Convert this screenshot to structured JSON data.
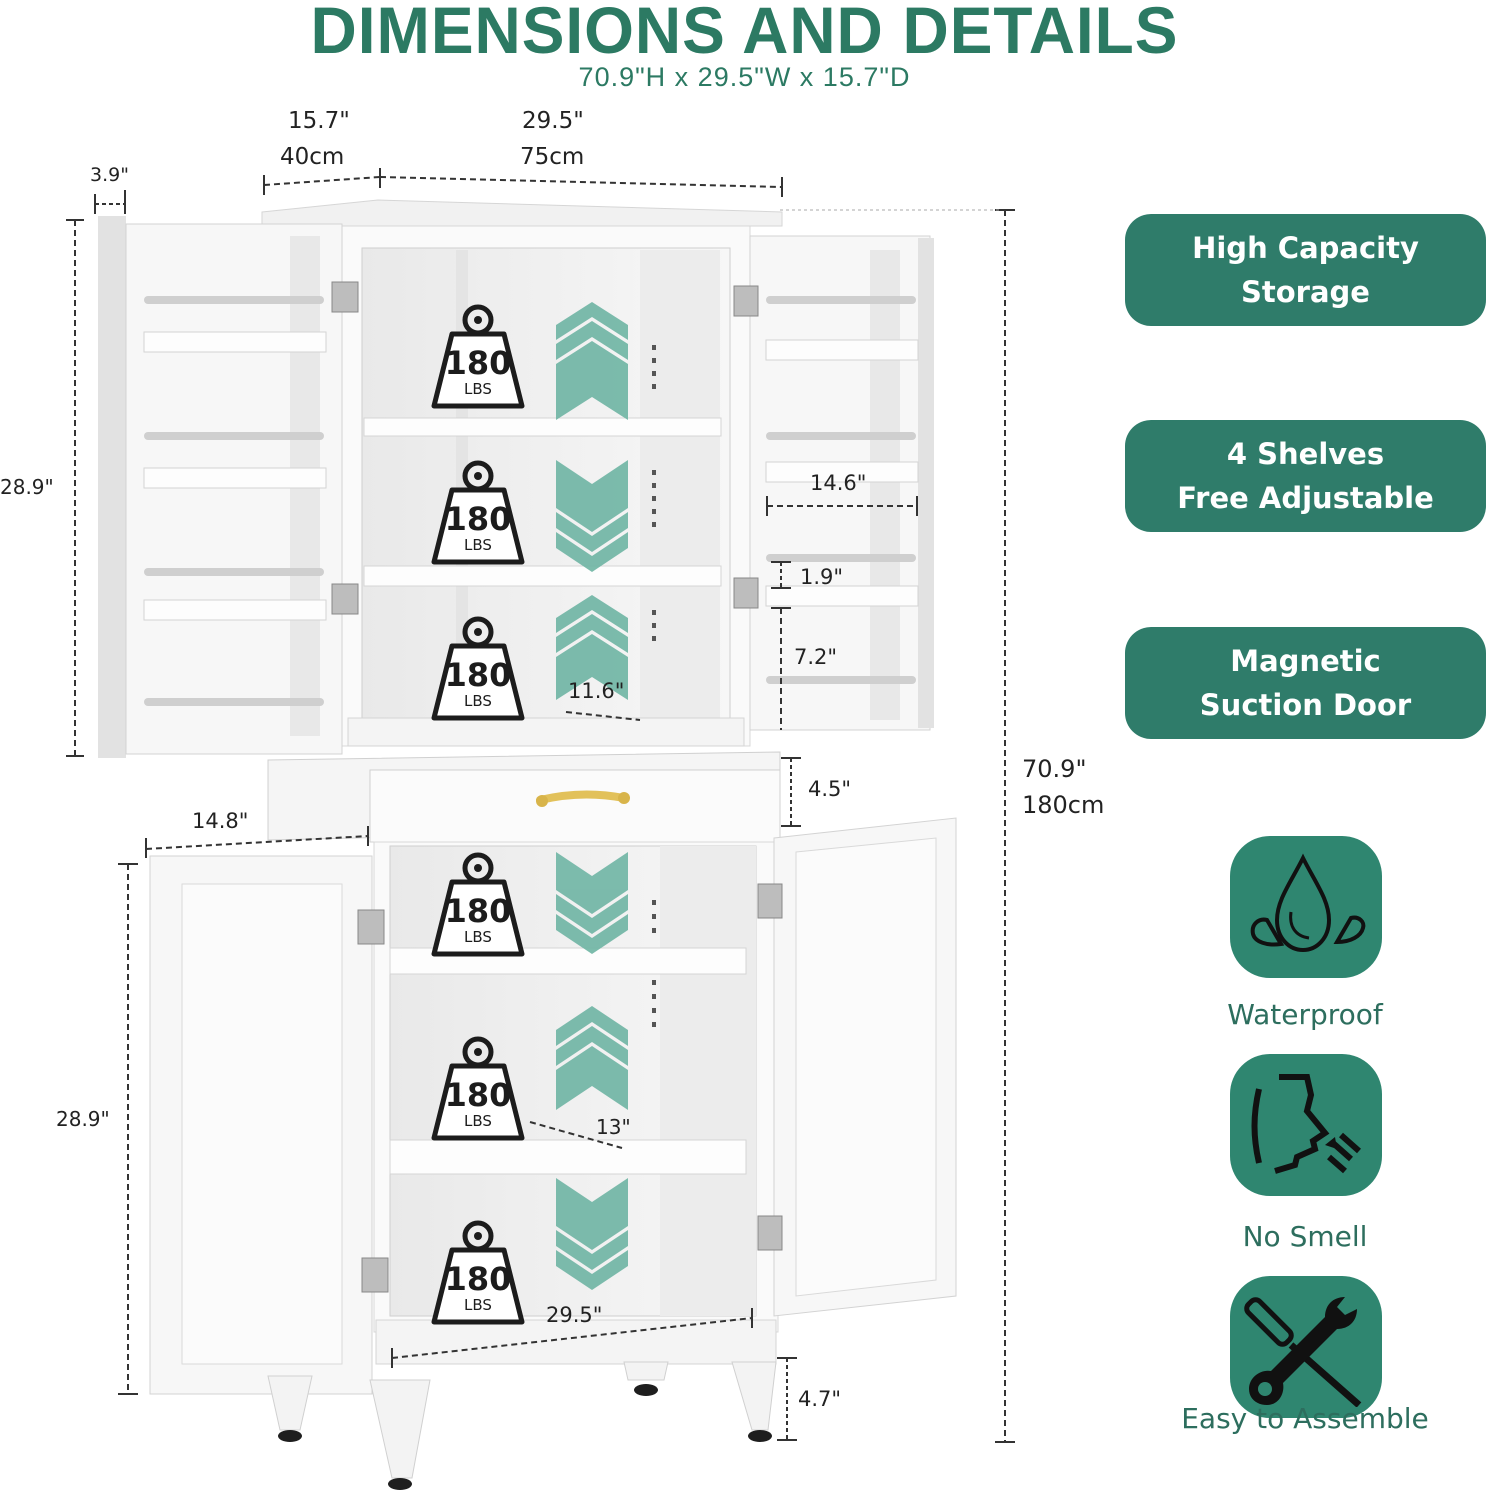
{
  "header": {
    "title": "DIMENSIONS AND DETAILS",
    "subtitle": "70.9\"H x 29.5\"W x 15.7\"D"
  },
  "dimensions": {
    "depth_in": "15.7\"",
    "depth_cm": "40cm",
    "width_in": "29.5\"",
    "width_cm": "75cm",
    "door_rack_depth": "3.9\"",
    "upper_door_height": "28.9\"",
    "door_rack_width": "14.6\"",
    "rack_gap_small": "1.9\"",
    "rack_gap_large": "7.2\"",
    "upper_shelf_depth": "11.6\"",
    "drawer_height": "4.5\"",
    "total_height_in": "70.9\"",
    "total_height_cm": "180cm",
    "lower_door_width": "14.8\"",
    "lower_door_height": "28.9\"",
    "lower_shelf_depth": "13\"",
    "bottom_width": "29.5\"",
    "leg_height": "4.7\""
  },
  "weight_badges": [
    {
      "value": "180",
      "unit": "LBS",
      "arrow": "up"
    },
    {
      "value": "180",
      "unit": "LBS",
      "arrow": "down"
    },
    {
      "value": "180",
      "unit": "LBS",
      "arrow": "up"
    },
    {
      "value": "180",
      "unit": "LBS",
      "arrow": "down"
    },
    {
      "value": "180",
      "unit": "LBS",
      "arrow": "up"
    },
    {
      "value": "180",
      "unit": "LBS",
      "arrow": "down"
    }
  ],
  "features": [
    {
      "line1": "High Capacity",
      "line2": "Storage"
    },
    {
      "line1": "4 Shelves",
      "line2": "Free Adjustable"
    },
    {
      "line1": "Magnetic",
      "line2": "Suction Door"
    }
  ],
  "icon_features": [
    {
      "icon": "water-drop-icon",
      "label": "Waterproof"
    },
    {
      "icon": "face-smell-icon",
      "label": "No Smell"
    },
    {
      "icon": "tools-icon",
      "label": "Easy to Assemble"
    }
  ],
  "colors": {
    "brand_green": "#2f7c6a",
    "title_green": "#2c7a63",
    "arrow_mint": "#6fb5a4",
    "handle_gold": "#e2c15a"
  }
}
